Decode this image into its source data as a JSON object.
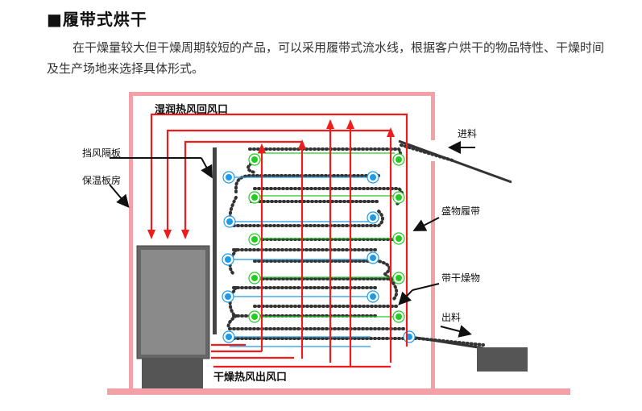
{
  "heading": "■履带式烘干",
  "paragraph": "在干燥量较大但干燥周期较短的产品，可以采用履带式流水线，根据客户烘干的物品特性、干燥时间及生产场地来选择具体形式。",
  "labels": {
    "return_air": "湿润热风回风口",
    "baffle": "挡风隔板",
    "insulated_room": "保温板房",
    "feed_in": "进料",
    "belt": "盛物履带",
    "drying_material": "带干燥物",
    "discharge": "出料",
    "outlet_air": "干燥热风出风口"
  },
  "colors": {
    "wall": "#f4a0a8",
    "hot_air": "#ee1c1c",
    "green_flow": "#22cc22",
    "blue_flow": "#1e9be8",
    "belt_dots": "#333333",
    "heater": "#666666"
  }
}
